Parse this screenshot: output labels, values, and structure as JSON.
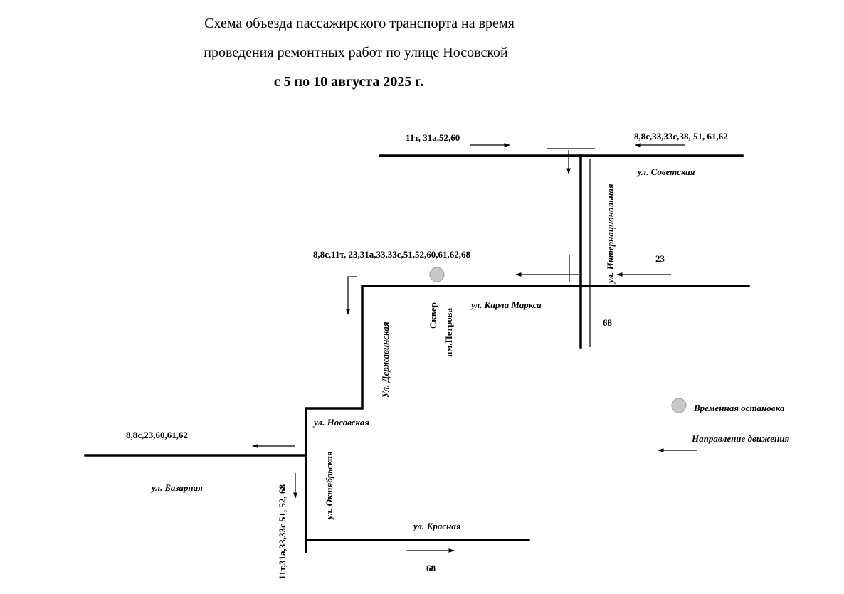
{
  "title": {
    "line1": "Схема объезда пассажирского транспорта на время",
    "line2": "проведения ремонтных работ по улице Носовской",
    "dates": "с 5 по 10 августа 2025 г."
  },
  "streets": {
    "sovetskaya": "ул. Советская",
    "internatsionalnaya": "ул. Интернациональная",
    "karla_marksa": "ул. Карла Маркса",
    "derzhavinskaya": "Ул. Державинская",
    "skver_line1": "Сквер",
    "skver_line2": "им.Петрова",
    "nosovskaya": "ул. Носовская",
    "oktyabrskaya": "ул. Октябрьская",
    "bazarnaya": "ул. Базарная",
    "krasnaya": "ул. Красная"
  },
  "routes": {
    "sovetskaya_east": "11т, 31а,52,60",
    "sovetskaya_west": "8,8с,33,33с,38, 51, 61,62",
    "karla_marksa_west": "8,8с,11т, 23,31а,33,33с,51,52,60,61,62,68",
    "karla_marksa_incoming": "23",
    "internatsionalnaya_south": "68",
    "bazarnaya_west": "8,8с,23,60,61,62",
    "oktyabrskaya_south": "11т,31а,33,33с 51, 52, 68",
    "krasnaya_east": "68"
  },
  "legend": {
    "stop_label": "Временная остановка",
    "direction_label": "Направление движения"
  },
  "colors": {
    "road": "#000000",
    "stop_fill": "#c8c8c8"
  }
}
